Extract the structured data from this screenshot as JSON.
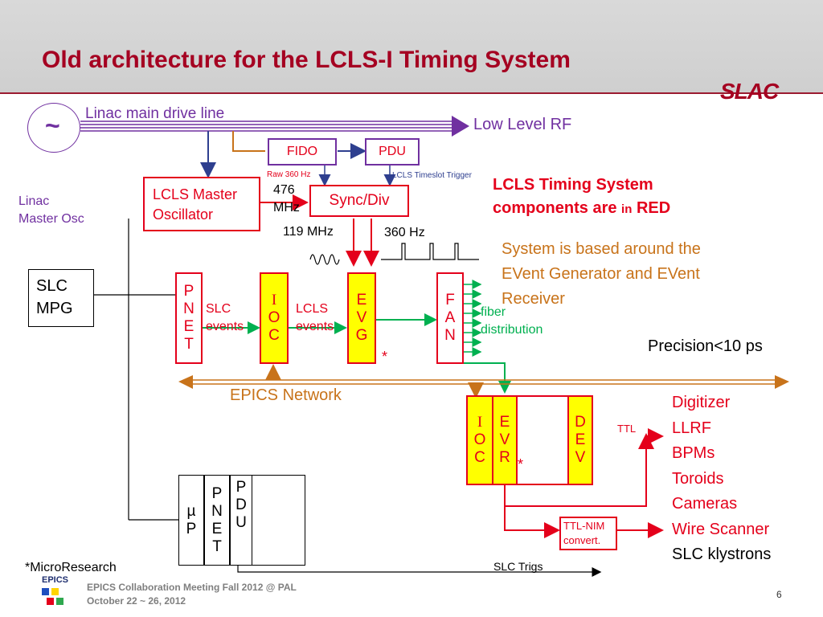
{
  "slide": {
    "title": "Old architecture for the LCLS-I Timing System",
    "logo": "SLAC",
    "page_number": "6"
  },
  "diagram": {
    "osc_symbol": "~",
    "linac_drive_line": "Linac main drive line",
    "linac_master_osc": [
      "Linac",
      "Master Osc"
    ],
    "low_level_rf": "Low Level RF",
    "fido": "FIDO",
    "pdu_top": "PDU",
    "raw_360": "Raw 360 Hz",
    "lcls_timeslot_trigger": "LCLS Timeslot Trigger",
    "lcls_master_osc": [
      "LCLS Master",
      "Oscillator"
    ],
    "mhz_476": [
      "476",
      "MHz"
    ],
    "sync_div": "Sync/Div",
    "mhz_119": "119 MHz",
    "hz_360": "360 Hz",
    "slc_mpg": [
      "SLC",
      "MPG"
    ],
    "pnet_letters": [
      "P",
      "N",
      "E",
      "T"
    ],
    "slc_events": [
      "SLC",
      "events"
    ],
    "ioc_letters": [
      "I",
      "O",
      "C"
    ],
    "lcls_events": [
      "LCLS",
      "events"
    ],
    "evg_letters": [
      "E",
      "V",
      "G"
    ],
    "fan_letters": [
      "F",
      "A",
      "N"
    ],
    "fiber_distribution": [
      "fiber",
      "distribution"
    ],
    "asterisk": "*",
    "epics_network": "EPICS Network",
    "precision": "Precision<10 ps",
    "evr_letters": [
      "E",
      "V",
      "R"
    ],
    "dev_letters": [
      "D",
      "E",
      "V"
    ],
    "ttl": "TTL",
    "ttl_nim": [
      "TTL-NIM",
      "convert."
    ],
    "up_letters": [
      "µ",
      "P"
    ],
    "pdu_letters": [
      "P",
      "D",
      "U"
    ],
    "slc_trigs": "SLC Trigs",
    "microresearch": "*MicroResearch",
    "devices_red": [
      "Digitizer",
      "LLRF",
      "BPMs",
      "Toroids",
      "Cameras",
      "Wire Scanner"
    ],
    "devices_black": [
      "SLC klystrons"
    ]
  },
  "notes": {
    "red_note_line1": "LCLS Timing System",
    "red_note_line2_a": "components are ",
    "red_note_line2_b": "in",
    "red_note_line2_c": " RED",
    "orange_note": [
      "System is based around the",
      "EVent Generator and EVent",
      "Receiver"
    ]
  },
  "footer": {
    "epics_logo": "EPICS",
    "meeting": "EPICS Collaboration Meeting Fall 2012 @ PAL",
    "dates": "October 22 ~ 26, 2012"
  },
  "colors": {
    "red": "#e4001b",
    "purple": "#7030a0",
    "orange": "#c8731a",
    "green": "#00b050",
    "navy": "#2e3f8f",
    "title": "#a50021"
  }
}
